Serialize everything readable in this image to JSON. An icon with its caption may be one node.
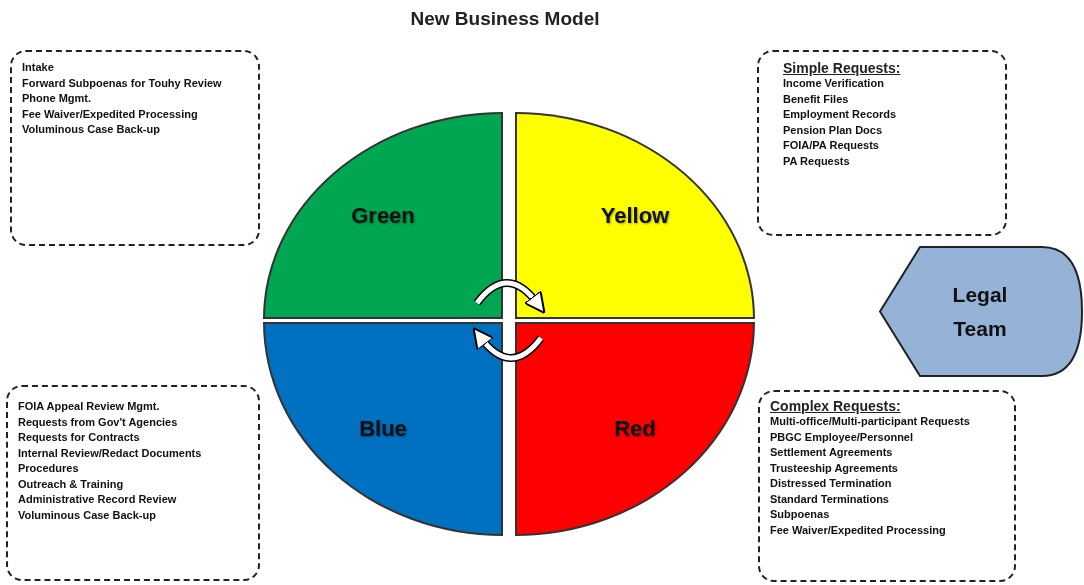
{
  "diagram": {
    "title": "New Business Model",
    "nodes": [
      {
        "text": [
          "Intake",
          "Forward Subpoenas for Touhy Review",
          "Phone Mgmt.",
          "Fee Waiver/Expedited Processing",
          "Voluminous Case Back-up"
        ]
      },
      {
        "text": [
          "Simple Requests:",
          "Income Verification",
          "Benefit Files",
          "Employment Records",
          "Pension Plan Docs",
          "FOIA/PA Requests",
          "PA Requests"
        ]
      },
      {
        "text": [
          "Green"
        ]
      },
      {
        "text": [
          "Yellow"
        ]
      },
      {
        "text": [
          "Legal Team"
        ]
      },
      {
        "text": [
          "Blue"
        ]
      },
      {
        "text": [
          "Red"
        ]
      },
      {
        "text": [
          "FOIA Appeal Review Mgmt.",
          "Requests from Gov't Agencies",
          "Requests for Contracts",
          "Internal Review/Redact Documents",
          "Procedures",
          "Outreach & Training",
          "Administrative Record Review",
          "Voluminous Case Back-up"
        ]
      },
      {
        "text": [
          "Complex Requests:",
          "Multi-office/Multi-participant Requests",
          "PBGC Employee/Personnel",
          "Settlement Agreements",
          "Trusteeship Agreements",
          "Distressed Termination",
          "Standard Terminations",
          "Subpoenas",
          "Fee Waiver/Expedited Processing"
        ]
      }
    ],
    "edges": [
      {
        "from": 2,
        "to": 3,
        "arrow": "to"
      },
      {
        "from": 6,
        "to": 5,
        "arrow": "to"
      }
    ]
  }
}
